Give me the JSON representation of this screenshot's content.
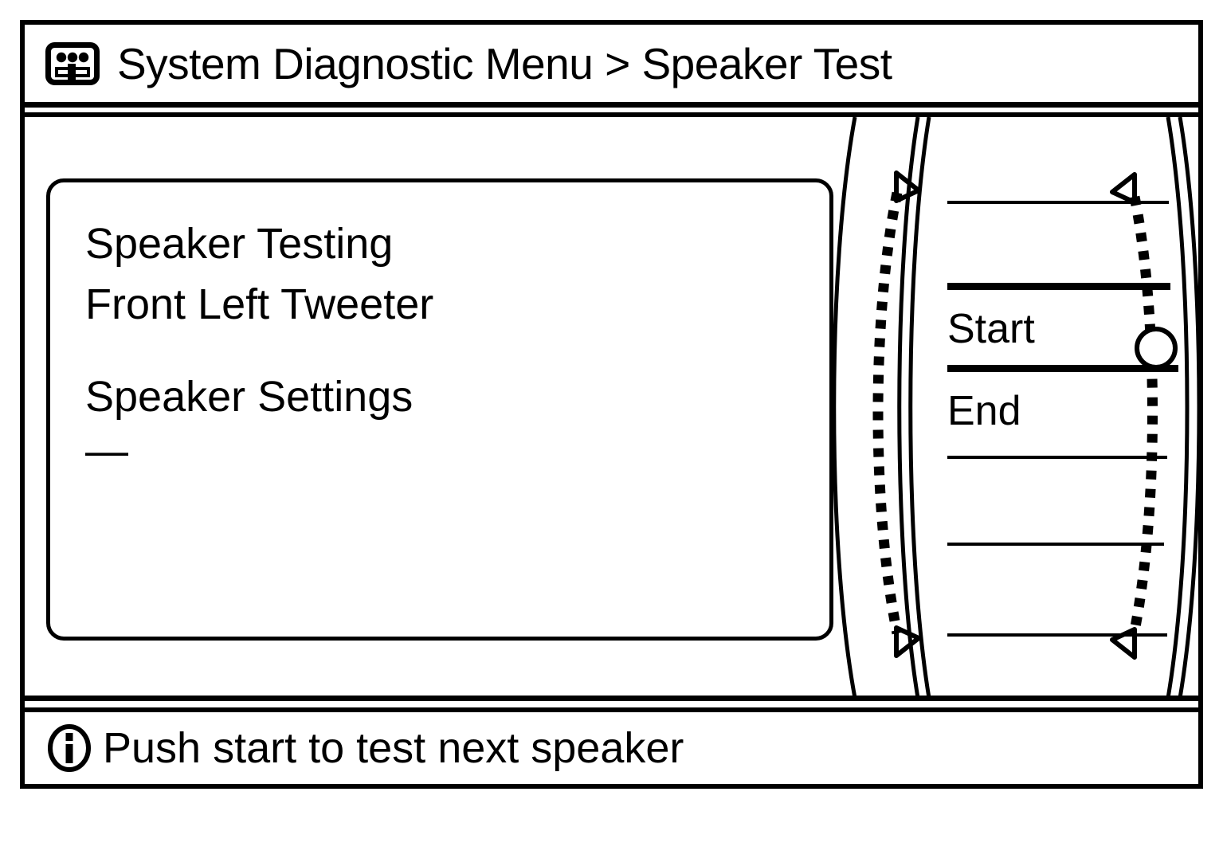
{
  "header": {
    "icon": "equalizer-diagnostic-icon",
    "title": "System Diagnostic Menu > Speaker Test",
    "breadcrumb_parent": "System Diagnostic Menu",
    "breadcrumb_separator": ">",
    "breadcrumb_current": "Speaker Test"
  },
  "panel": {
    "line1": "Speaker Testing",
    "line2": "Front Left Tweeter",
    "line3": "Speaker Settings",
    "line4": "—"
  },
  "menu": {
    "items": [
      {
        "label": "Start",
        "selected": true
      },
      {
        "label": "End",
        "selected": false
      }
    ],
    "selection_marker": "circle-knob-marker",
    "scroll_up_arrow": "triangle-up-arrow",
    "scroll_down_arrow": "triangle-down-arrow"
  },
  "footer": {
    "icon": "info-circle-icon",
    "message": "Push start to test next speaker"
  },
  "colors": {
    "foreground": "#000000",
    "background": "#ffffff"
  }
}
